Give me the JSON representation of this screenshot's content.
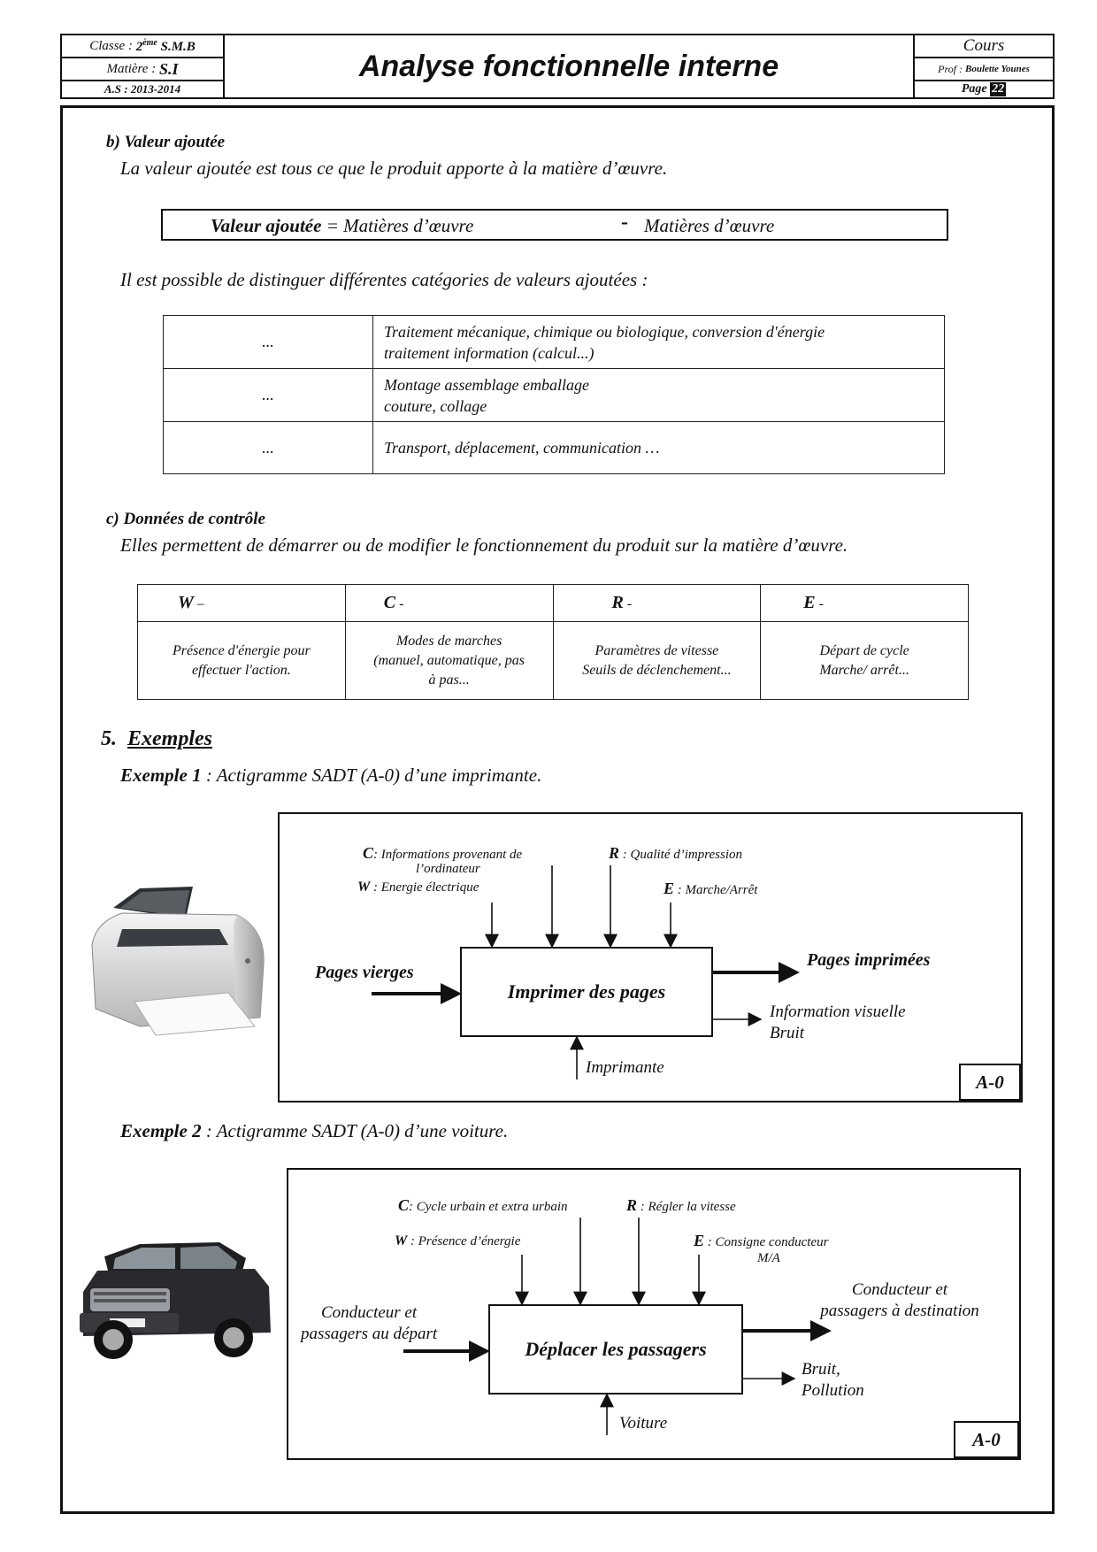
{
  "header": {
    "classe_label": "Classe :",
    "classe_value": "2",
    "classe_sup": "ème",
    "classe_suffix": "S.M.B",
    "matiere_label": "Matière :",
    "matiere_value": "S.I",
    "annee": "A.S : 2013-2014",
    "title": "Analyse fonctionnelle interne",
    "doc_type": "Cours",
    "prof_label": "Prof :",
    "prof_name": "Boulette Younes",
    "page_label": "Page",
    "page_number": "22"
  },
  "section_b": {
    "heading": "b)  Valeur ajoutée",
    "definition": "La valeur ajoutée est tous ce que le produit apporte à la matière d’œuvre.",
    "formula_term": "Valeur ajoutée",
    "formula_eq": " = Matières d’œuvre",
    "formula_minus": "-",
    "formula_right": "Matières d’œuvre",
    "categories_intro": "Il est possible de distinguer différentes catégories de valeurs ajoutées :",
    "categories": [
      {
        "name": "...",
        "desc1": "Traitement mécanique, chimique ou biologique, conversion d'énergie",
        "desc2": "traitement information (calcul...)"
      },
      {
        "name": "...",
        "desc1": "Montage assemblage emballage",
        "desc2": "couture, collage"
      },
      {
        "name": "...",
        "desc1": "Transport, déplacement, communication …",
        "desc2": ""
      }
    ]
  },
  "section_c": {
    "heading": "c)  Données de contrôle",
    "definition": "Elles permettent de démarrer ou de modifier le fonctionnement du produit sur la  matière d’œuvre.",
    "columns": [
      {
        "letter": "W",
        "sep": " –",
        "line1": "Présence d'énergie pour",
        "line2": "effectuer l'action.",
        "line3": ""
      },
      {
        "letter": "C",
        "sep": " -",
        "line1": "Modes de marches",
        "line2": "(manuel, automatique, pas",
        "line3": "à pas..."
      },
      {
        "letter": "R",
        "sep": " -",
        "line1": "Paramètres de vitesse",
        "line2": "Seuils de déclenchement...",
        "line3": ""
      },
      {
        "letter": "E",
        "sep": " -",
        "line1": "Départ de cycle",
        "line2": "Marche/ arrêt...",
        "line3": ""
      }
    ]
  },
  "section_5": {
    "number": "5.",
    "title": "Exemples",
    "example1": {
      "label": "Exemple 1",
      "caption": " : Actigramme SADT (A-0) d’une imprimante.",
      "c_letter": "C",
      "c_text1": ": Informations provenant de",
      "c_text2": "l’ordinateur",
      "w_letter": "W",
      "w_text": " : Energie électrique",
      "r_letter": "R",
      "r_text": " : Qualité d’impression",
      "e_letter": "E",
      "e_text": " : Marche/Arrêt",
      "input": "Pages vierges",
      "function": "Imprimer des pages",
      "output_main": "Pages imprimées",
      "output_sec1": "Information visuelle",
      "output_sec2": "Bruit",
      "support": "Imprimante",
      "level": "A-0"
    },
    "example2": {
      "label": "Exemple 2",
      "caption": " : Actigramme SADT (A-0) d’une voiture.",
      "c_letter": "C",
      "c_text": ": Cycle urbain et extra urbain",
      "r_letter": "R",
      "r_text": " : Régler la vitesse",
      "w_letter": "W",
      "w_text": " : Présence d’énergie",
      "e_letter": "E",
      "e_text1": " : Consigne conducteur",
      "e_text2": "M/A",
      "input1": "Conducteur et",
      "input2": "passagers au départ",
      "function": "Déplacer les passagers",
      "output_main1": "Conducteur et",
      "output_main2": "passagers à destination",
      "output_sec1": "Bruit,",
      "output_sec2": "Pollution",
      "support": "Voiture",
      "level": "A-0"
    }
  }
}
